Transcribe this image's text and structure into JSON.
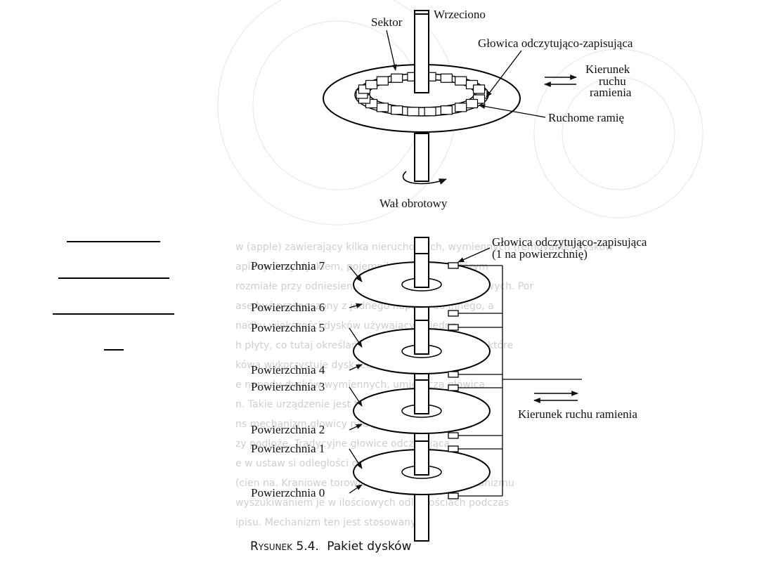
{
  "top_diagram": {
    "sector_label": "Sektor",
    "spindle_label": "Wrzeciono",
    "head_label": "Głowica odczytująco-zapisująca",
    "direction_label": [
      "Kierunek",
      "ruchu",
      "ramienia"
    ],
    "arm_label": "Ruchome ramię",
    "shaft_label": "Wał obrotowy"
  },
  "bottom_diagram": {
    "head_label_line1": "Głowica odczytująco-zapisująca",
    "head_label_line2": "(1 na powierzchnię)",
    "surfaces": [
      "Powierzchnia 7",
      "Powierzchnia 6",
      "Powierzchnia 5",
      "Powierzchnia 4",
      "Powierzchnia 3",
      "Powierzchnia 2",
      "Powierzchnia 1",
      "Powierzchnia 0"
    ],
    "direction_label": "Kierunek ruchu ramienia"
  },
  "caption": {
    "prefix": "Rysunek 5.4.",
    "text": "Pakiet dysków"
  },
  "background_text": [
    "w (apple) zawierający kilka nieruchomych, wymiennych (removable) dysków",
    "apiony, inny dyskiem, pojemnik na dyski, w którym",
    "rozmiałe przy odniesieniu dla jednego dysku dyskowych. Por",
    "ase być przenoszony z jednego napędu do innego, a",
    "nadku większości dysków używających jedną",
    "h płyty, co tutaj określane jako dysk wymienny. Niektóre",
    "kówa wykorzystuje dysk jedno",
    "e napędu dysków wymiennych, umieszcza głowica",
    "n. Takie urządzenie jest tego typu",
    "ns mechanizm głowicy nad powierzchnię dysku",
    "zy podłoże. Tradycyjne głowice odczytująca",
    "e w ustaw si odległości od powierzchni",
    "(cien na. Kraniowe torowisko nie trzymania mechanizmu",
    "wyszukiwaniem je w ilościowych odległościach podczas",
    "ipisu. Mechanizm ten jest stosowany"
  ],
  "side_lines_count": 4
}
